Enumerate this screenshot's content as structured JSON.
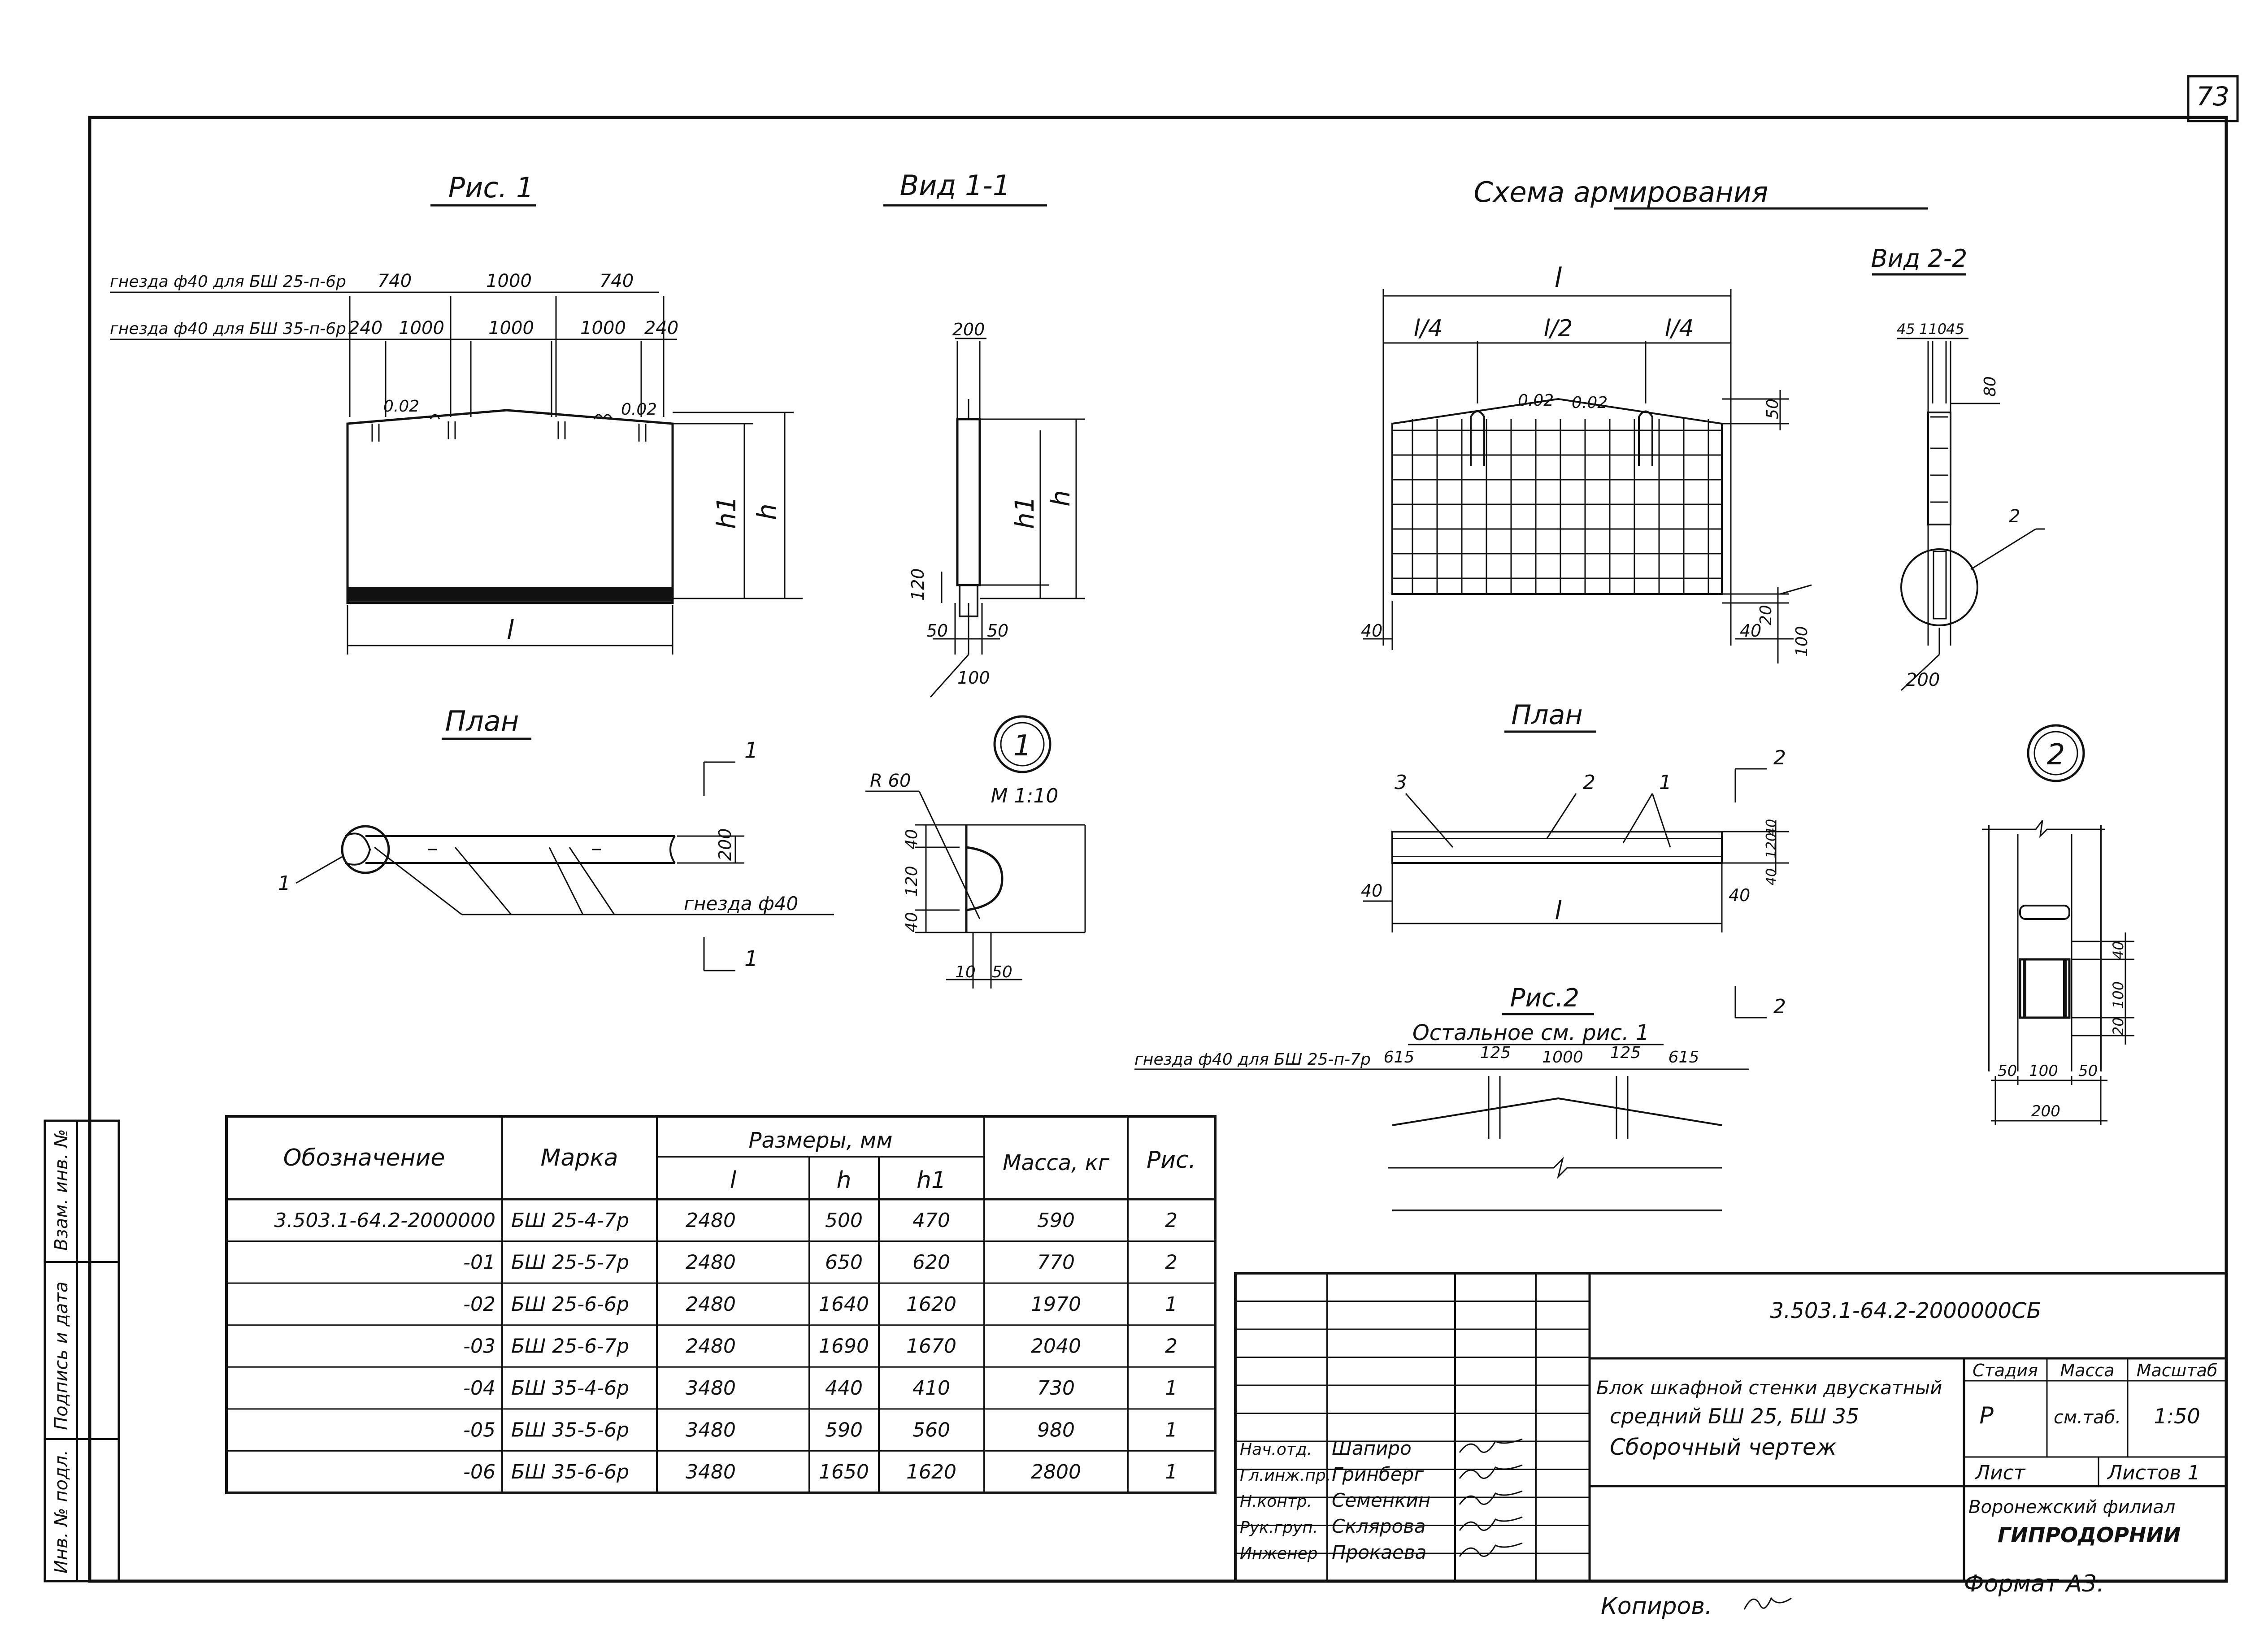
{
  "sheet": {
    "page_number": "73",
    "stamp_code": "3.503.1-64.2-2000000СБ",
    "stamp_title": [
      "Блок шкафной стенки двускатный",
      "средний БШ 25, БШ 35",
      "Сборочный чертеж"
    ],
    "stage_label": "Стадия",
    "mass_label": "Масса",
    "scale_label": "Масштаб",
    "stage_value": "Р",
    "mass_value": "см.таб.",
    "scale_value": "1:50",
    "sheet_label": "Лист",
    "sheets_label": "Листов 1",
    "org_1": "Воронежский филиал",
    "org_2": "ГИПРОДОРНИИ",
    "copied": "Копиров.",
    "format": "Формат А3.",
    "side_labels": [
      "Инв. № подл.",
      "Подпись и дата",
      "Взам. инв. №"
    ],
    "signatures": [
      {
        "role": "Нач.отд.",
        "name": "Шапиро"
      },
      {
        "role": "Гл.инж.пр.",
        "name": "Гринберг"
      },
      {
        "role": "Н.контр.",
        "name": "Семенкин"
      },
      {
        "role": "Рук.груп.",
        "name": "Склярова"
      },
      {
        "role": "Инженер",
        "name": "Прокаева"
      }
    ]
  },
  "views": {
    "fig1": {
      "title": "Рис. 1",
      "note_top": "гнезда ф40 для БШ 25-п-6р",
      "note_bottom": "гнезда ф40 для БШ 35-п-6р",
      "dims_top": [
        "740",
        "1000",
        "740"
      ],
      "dims_bottom": [
        "240",
        "1000",
        "1000",
        "1000",
        "240"
      ],
      "slope_l": "0.02",
      "slope_r": "0.02",
      "h1": "h1",
      "h": "h",
      "l": "l"
    },
    "view11": {
      "title": "Вид 1-1",
      "d200": "200",
      "d120": "120",
      "d50a": "50",
      "d50b": "50",
      "d100": "100",
      "h1": "h1",
      "h": "h"
    },
    "plan1": {
      "title": "План",
      "marker": "1",
      "sec_top": "1",
      "sec_bot": "1",
      "d200": "200",
      "note": "гнезда ф40"
    },
    "node1": {
      "number": "1",
      "scale": "М 1:10",
      "r": "R 60",
      "d40a": "40",
      "d120": "120",
      "d40b": "40",
      "d10": "10",
      "d50": "50"
    },
    "scheme": {
      "title": "Схема армирования",
      "l": "l",
      "l4a": "l/4",
      "l2": "l/2",
      "l4b": "l/4",
      "slope_a": "0.02",
      "slope_b": "0.02",
      "d50": "50",
      "d40a": "40",
      "d40b": "40",
      "d20": "20",
      "d100": "100"
    },
    "view22": {
      "title": "Вид 2-2",
      "d45a": "45",
      "d110": "110",
      "d45b": "45",
      "d80": "80",
      "callout": "2",
      "d200": "200"
    },
    "plan2": {
      "title": "План",
      "c3": "3",
      "c2": "2",
      "c1": "1",
      "sec": "2",
      "sec_b": "2",
      "d40a": "40",
      "d40b": "40",
      "d40c": "40",
      "d120": "120",
      "d40d": "40",
      "l": "l"
    },
    "fig2": {
      "title": "Рис.2",
      "note_rest": "Остальное см. рис. 1",
      "note": "гнезда ф40 для БШ 25-п-7р",
      "dims": [
        "615",
        "125",
        "1000",
        "125",
        "615"
      ]
    },
    "node2": {
      "number": "2",
      "d40": "40",
      "d100": "100",
      "d20": "20",
      "d50a": "50",
      "d100b": "100",
      "d50b": "50",
      "d200": "200"
    }
  },
  "table": {
    "headers": {
      "designation": "Обозначение",
      "mark": "Марка",
      "sizes": "Размеры, мм",
      "l": "l",
      "h": "h",
      "h1": "h1",
      "mass": "Масса, кг",
      "fig": "Рис."
    },
    "rows": [
      {
        "designation": "3.503.1-64.2-2000000",
        "mark": "БШ 25-4-7р",
        "l": "2480",
        "h": "500",
        "h1": "470",
        "mass": "590",
        "fig": "2"
      },
      {
        "designation": "-01",
        "mark": "БШ 25-5-7р",
        "l": "2480",
        "h": "650",
        "h1": "620",
        "mass": "770",
        "fig": "2"
      },
      {
        "designation": "-02",
        "mark": "БШ 25-6-6р",
        "l": "2480",
        "h": "1640",
        "h1": "1620",
        "mass": "1970",
        "fig": "1"
      },
      {
        "designation": "-03",
        "mark": "БШ 25-6-7р",
        "l": "2480",
        "h": "1690",
        "h1": "1670",
        "mass": "2040",
        "fig": "2"
      },
      {
        "designation": "-04",
        "mark": "БШ 35-4-6р",
        "l": "3480",
        "h": "440",
        "h1": "410",
        "mass": "730",
        "fig": "1"
      },
      {
        "designation": "-05",
        "mark": "БШ 35-5-6р",
        "l": "3480",
        "h": "590",
        "h1": "560",
        "mass": "980",
        "fig": "1"
      },
      {
        "designation": "-06",
        "mark": "БШ 35-6-6р",
        "l": "3480",
        "h": "1650",
        "h1": "1620",
        "mass": "2800",
        "fig": "1"
      }
    ]
  }
}
